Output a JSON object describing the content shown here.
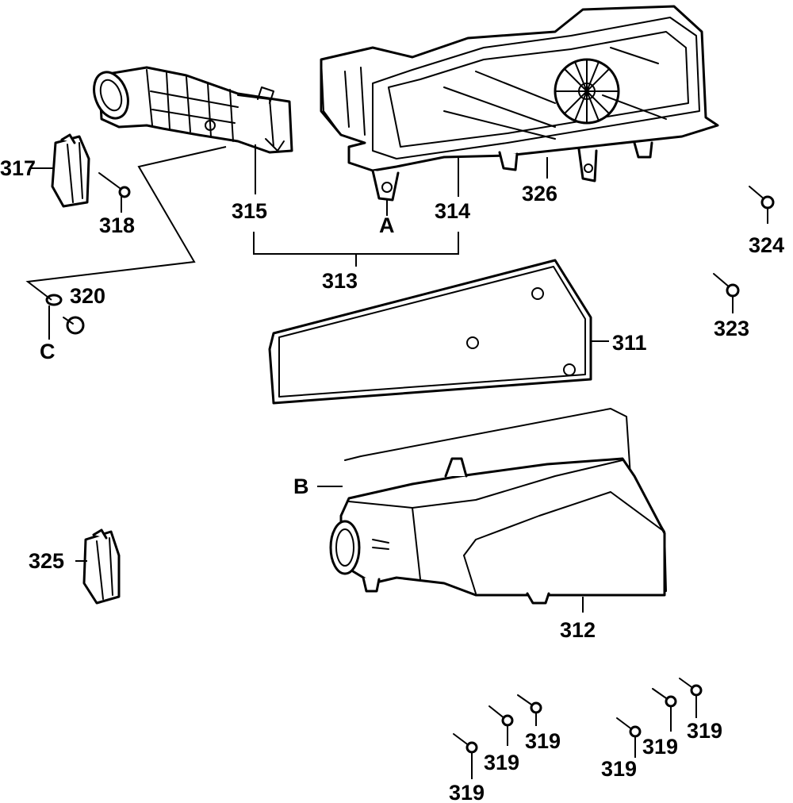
{
  "labels": {
    "p311": "311",
    "p312": "312",
    "p313": "313",
    "p314": "314",
    "p315": "315",
    "p317": "317",
    "p318": "318",
    "p319": "319",
    "p320": "320",
    "p323": "323",
    "p324": "324",
    "p325": "325",
    "p326": "326",
    "refA": "A",
    "refB": "B",
    "refC": "C"
  },
  "colors": {
    "line": "#000000",
    "background": "#ffffff"
  }
}
